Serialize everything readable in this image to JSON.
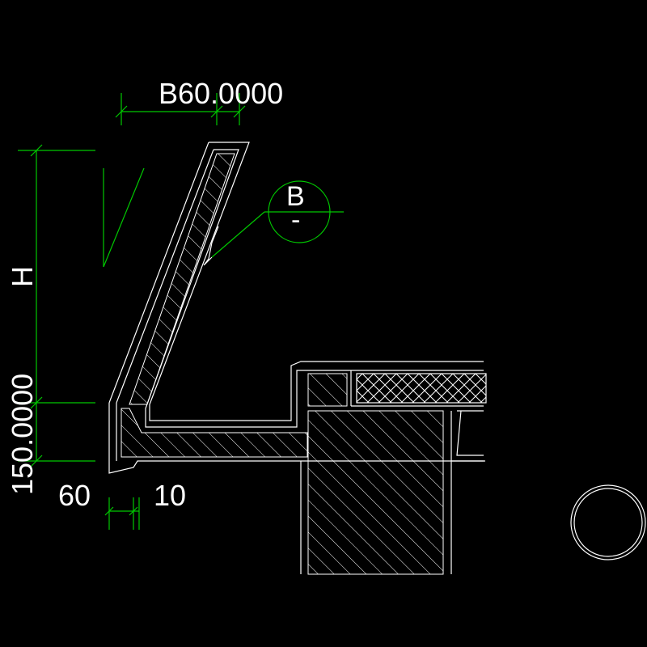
{
  "drawing": {
    "dim_top": "B60.0000",
    "dim_height_label": "H",
    "dim_left_value": "150.0000",
    "dim_bottom_left": "60",
    "dim_bottom_right": "10",
    "callout_letter": "B",
    "callout_sub": "-"
  },
  "colors": {
    "background": "#000000",
    "dimension": "#00c800",
    "linework": "#ffffff"
  }
}
